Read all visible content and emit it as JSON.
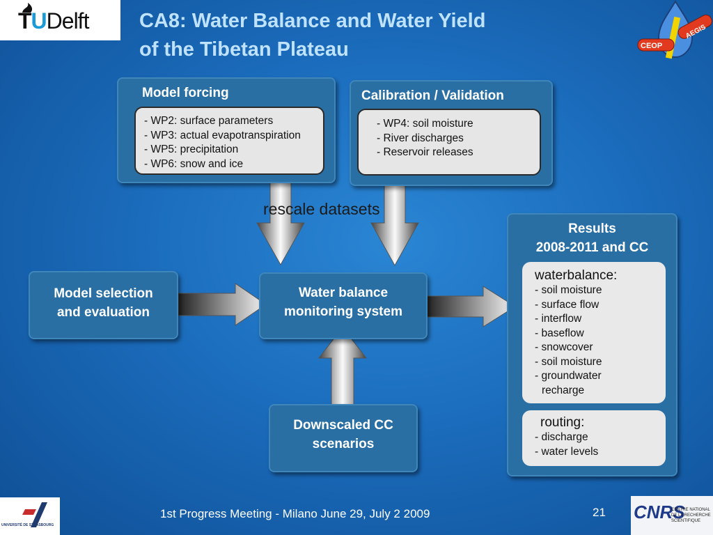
{
  "header": {
    "logo_tud_t": "T",
    "logo_tud_u": "U",
    "logo_tud_rest": "Delft",
    "title_line1": "CA8: Water Balance and Water Yield",
    "title_line2": "of the Tibetan Plateau",
    "logo_ceop_left": "CEOP",
    "logo_ceop_right": "AEGIS"
  },
  "model_forcing": {
    "title": "Model forcing",
    "items": [
      "- WP2: surface parameters",
      "- WP3: actual evapotranspiration",
      "- WP5: precipitation",
      "- WP6: snow and ice"
    ]
  },
  "calibration": {
    "title": "Calibration / Validation",
    "items": [
      "- WP4: soil moisture",
      "- River discharges",
      "- Reservoir releases"
    ]
  },
  "rescale_label": "rescale datasets",
  "model_selection": {
    "line1": "Model selection",
    "line2": "and evaluation"
  },
  "water_balance": {
    "line1": "Water balance",
    "line2": "monitoring system"
  },
  "downscaled": {
    "line1": "Downscaled CC",
    "line2": "scenarios"
  },
  "results": {
    "title_line1": "Results",
    "title_line2": "2008-2011 and CC",
    "waterbalance_heading": "waterbalance:",
    "waterbalance_items": [
      "- soil moisture",
      "- surface flow",
      "- interflow",
      "- baseflow",
      "- snowcover",
      "- soil moisture",
      "- groundwater",
      "recharge"
    ],
    "routing_heading": "routing:",
    "routing_items": [
      "- discharge",
      "- water levels"
    ]
  },
  "footer": {
    "text": "1st Progress Meeting  - Milano June 29, July 2 2009",
    "page_number": "21",
    "logo_strasbourg": "UNIVERSITÉ DE STRASBOURG",
    "logo_cnrs": "CNRS",
    "logo_cnrs_sub1": "CENTRE NATIONAL",
    "logo_cnrs_sub2": "DE LA RECHERCHE",
    "logo_cnrs_sub3": "SCIENTIFIQUE"
  }
}
